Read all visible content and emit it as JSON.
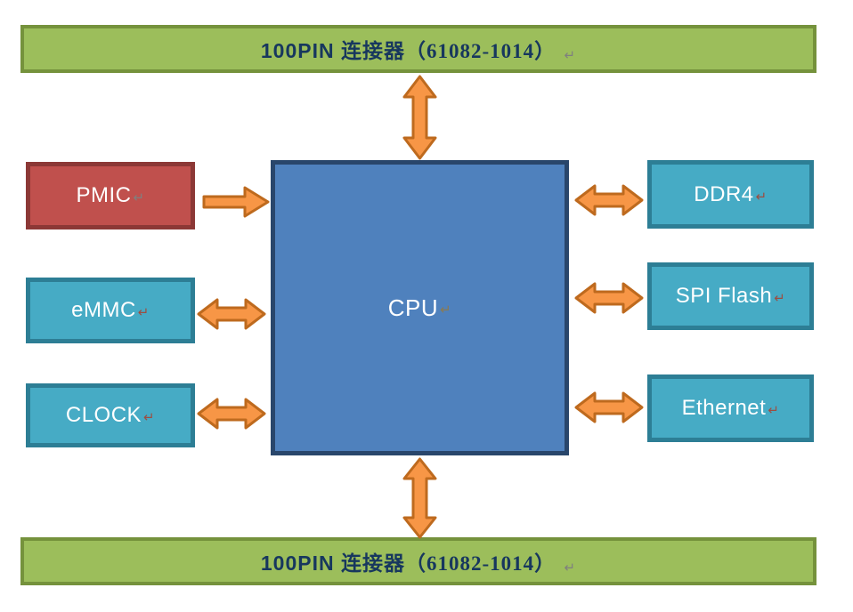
{
  "connector_top": {
    "name": "100PIN 连接器",
    "code": "（61082-1014）",
    "return_mark": "↵"
  },
  "connector_bottom": {
    "name": "100PIN 连接器",
    "code": "（61082-1014）",
    "return_mark": "↵"
  },
  "cpu": {
    "label": "CPU",
    "return_mark": "↵"
  },
  "left_blocks": [
    {
      "label": "PMIC",
      "return_mark": "↵"
    },
    {
      "label": "eMMC",
      "return_mark": "↵"
    },
    {
      "label": "CLOCK",
      "return_mark": "↵"
    }
  ],
  "right_blocks": [
    {
      "label": "DDR4",
      "return_mark": "↵"
    },
    {
      "label": "SPI Flash",
      "return_mark": "↵"
    },
    {
      "label": "Ethernet",
      "return_mark": "↵"
    }
  ],
  "arrows": [
    {
      "from": "CPU",
      "to": "100PIN 连接器 (top)",
      "type": "double-headed-vertical"
    },
    {
      "from": "CPU",
      "to": "100PIN 连接器 (bottom)",
      "type": "double-headed-vertical"
    },
    {
      "from": "PMIC",
      "to": "CPU",
      "type": "single-headed-right"
    },
    {
      "from": "eMMC",
      "to": "CPU",
      "type": "double-headed-horizontal"
    },
    {
      "from": "CLOCK",
      "to": "CPU",
      "type": "double-headed-horizontal"
    },
    {
      "from": "CPU",
      "to": "DDR4",
      "type": "double-headed-horizontal"
    },
    {
      "from": "CPU",
      "to": "SPI Flash",
      "type": "double-headed-horizontal"
    },
    {
      "from": "CPU",
      "to": "Ethernet",
      "type": "double-headed-horizontal"
    }
  ],
  "colors": {
    "connector_bar_fill": "#9CBE5B",
    "connector_bar_border": "#75923C",
    "connector_text": "#17375E",
    "cpu_fill": "#4F81BD",
    "cpu_border": "#29466B",
    "peripheral_fill": "#46ABC5",
    "peripheral_border": "#2D7E95",
    "pmic_fill": "#C0504D",
    "pmic_border": "#8C3836",
    "arrow_fill": "#F79646",
    "arrow_border": "#BE6A1E",
    "box_text": "#FFFFFF",
    "return_mark_gray": "#7F7F7F",
    "return_mark_brown": "#9C4E42"
  }
}
